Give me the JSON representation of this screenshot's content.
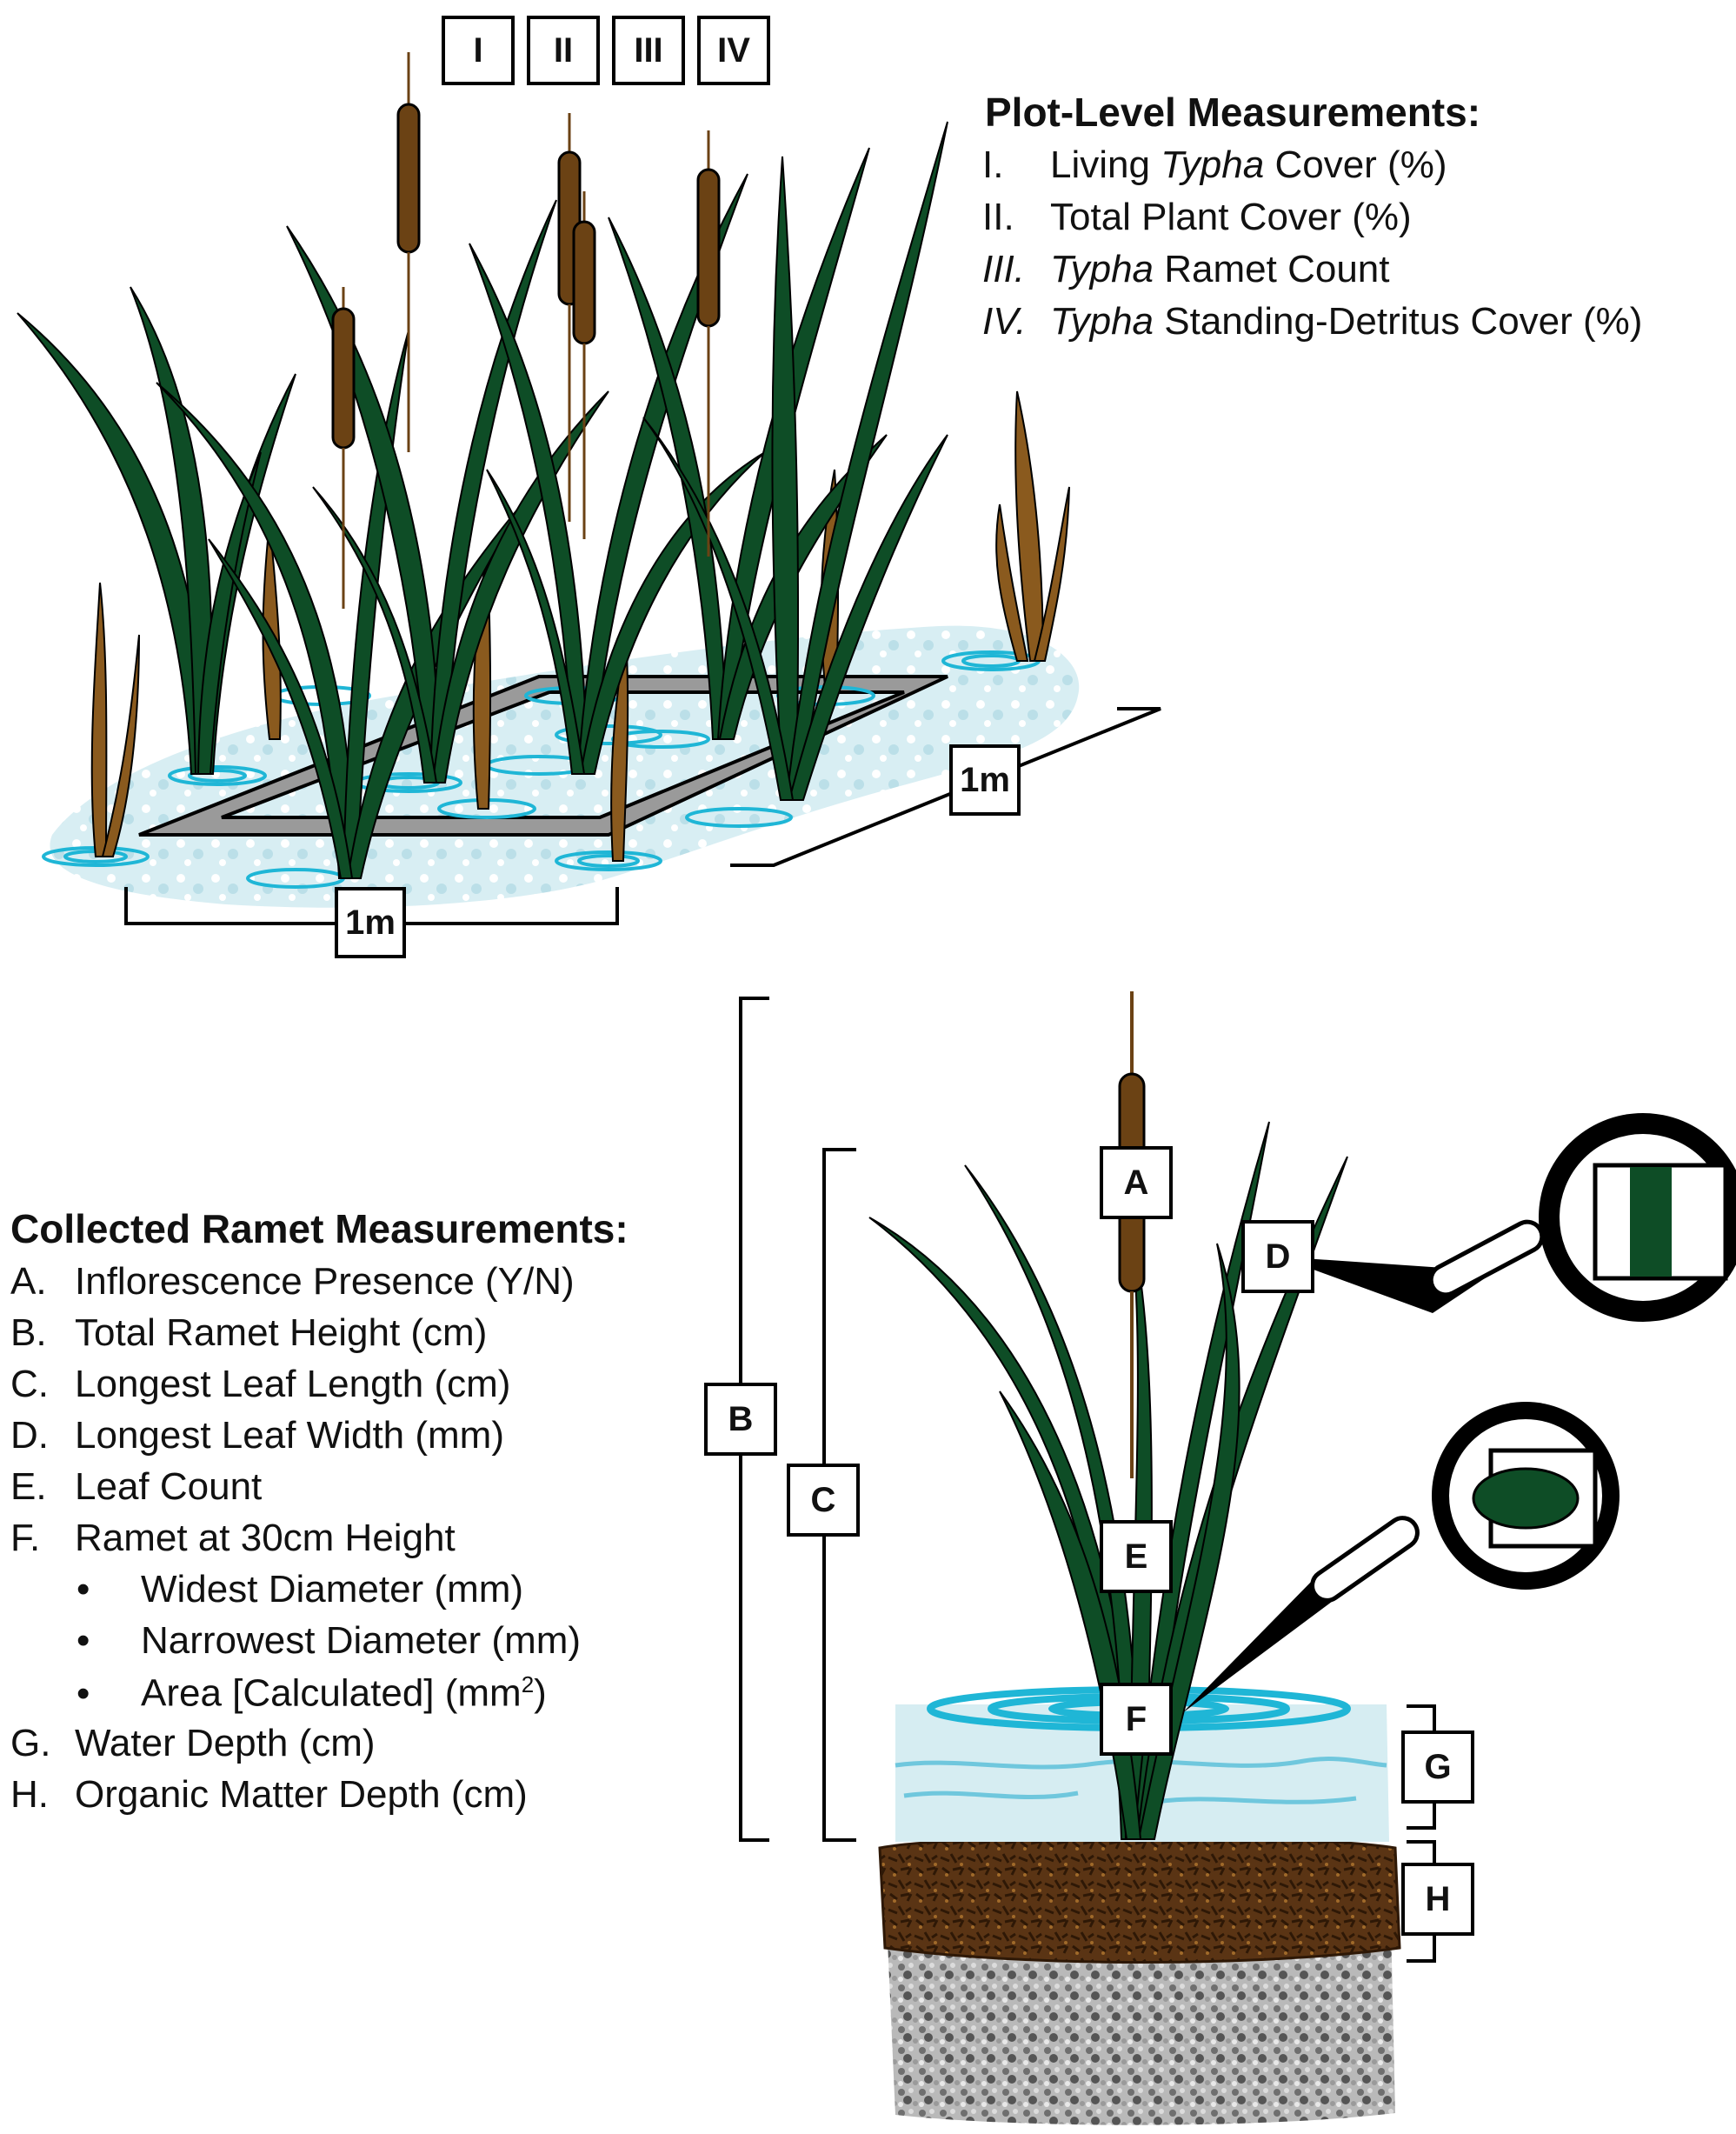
{
  "plot": {
    "heading": "Plot-Level Measurements:",
    "items": [
      {
        "num": "I.",
        "pre": "Living ",
        "ital": "Typha",
        "post": " Cover (%)",
        "num_italic": false
      },
      {
        "num": "II.",
        "pre": "Total Plant Cover  (%)",
        "ital": "",
        "post": "",
        "num_italic": false
      },
      {
        "num": "III.",
        "pre": "",
        "ital": "Typha",
        "post": " Ramet Count",
        "num_italic": true
      },
      {
        "num": "IV.",
        "pre": "",
        "ital": "Typha",
        "post": " Standing-Detritus Cover  (%)",
        "num_italic": true
      }
    ],
    "top_labels": [
      "I",
      "II",
      "III",
      "IV"
    ],
    "dim_labels": {
      "width": "1m",
      "depth": "1m"
    }
  },
  "ramet": {
    "heading": "Collected Ramet Measurements:",
    "items": [
      {
        "num": "A.",
        "text": "Inflorescence Presence (Y/N)"
      },
      {
        "num": "B.",
        "text": "Total Ramet Height (cm)"
      },
      {
        "num": "C.",
        "text": "Longest Leaf Length (cm)"
      },
      {
        "num": "D.",
        "text": "Longest Leaf Width (mm)"
      },
      {
        "num": "E.",
        "text": "Leaf Count"
      },
      {
        "num": "F.",
        "text": "Ramet at 30cm Height"
      }
    ],
    "sub_items": [
      {
        "bullet": "•",
        "text": "Widest Diameter (mm)"
      },
      {
        "bullet": "•",
        "text": "Narrowest Diameter (mm)"
      },
      {
        "bullet": "•",
        "text": "Area [Calculated] (mm",
        "sup": "2",
        "tail": ")"
      }
    ],
    "tail_items": [
      {
        "num": "G.",
        "text": "Water Depth (cm)"
      },
      {
        "num": "H.",
        "text": "Organic Matter Depth (cm)"
      }
    ],
    "labels": {
      "A": "A",
      "B": "B",
      "C": "C",
      "D": "D",
      "E": "E",
      "F": "F",
      "G": "G",
      "H": "H"
    }
  },
  "colors": {
    "leaf_green": "#0e4d26",
    "cattail_brown": "#6b4214",
    "dead_brown": "#8a5a1e",
    "water_light": "#cfe9ef",
    "water_cyan": "#1fb6d6",
    "soil_dark": "#4a2a10",
    "gravel": "#8c8c8c",
    "frame_gray": "#9a9a9a"
  }
}
